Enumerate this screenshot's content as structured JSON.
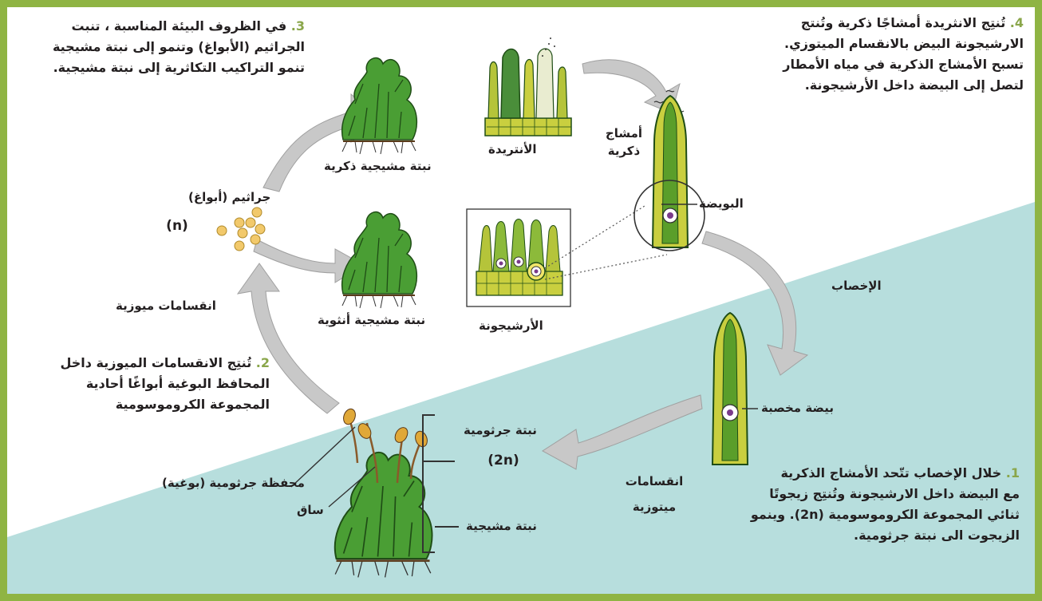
{
  "colors": {
    "border": "#8fb443",
    "teal": "#b7dedd",
    "arrow": "#c8c8c8",
    "plant": "#4a9e34",
    "cell": "#c9cf3f",
    "spore": "#f2c96b"
  },
  "steps": {
    "step3": {
      "num": "3.",
      "line1": "في الظروف البيئة المناسبة ، تنبت",
      "line2": "الجراثيم (الأبواغ) وتنمو إلى نبتة مشيجية",
      "line3": "تنمو التراكيب التكاثرية إلى نبتة مشيجية."
    },
    "step4": {
      "num": "4.",
      "line1": "تُنتِج الانثريدة أمشاجًا ذكرية وتُنتج",
      "line2": "الارشيجونة البيض بالانقسام الميتوزي.",
      "line3": "تسبح الأمشاج الذكرية في مياه الأمطار",
      "line4": "لتصل إلى البيضة داخل الأرشيجونة."
    },
    "step2": {
      "num": "2.",
      "line1": "تُنتِج الانقسامات الميوزية داخل",
      "line2": "المحافظ البوغية أبواغًا أحادية",
      "line3": "المجموعة الكروموسومية"
    },
    "step1": {
      "num": "1.",
      "line1": "خلال الإخصاب تتّحد الأمشاج الذكرية",
      "line2": "مع البيضة داخل الارشيجونة وتُنتِج زيجوتًا",
      "line3": "ثنائي المجموعة الكروموسومية (2n). وينمو",
      "line4": "الزيجوت الى نبتة جرثومية."
    }
  },
  "labels": {
    "male_gametophyte": "نبتة مشيجية ذكرية",
    "female_gametophyte": "نبتة مشيجية أنثوية",
    "spores": "جراثيم (أبواغ)",
    "spores_ploidy": "(n)",
    "meiosis": "انقسامات ميوزية",
    "antheridium": "الأنتريدة",
    "sperm_line1": "أمشاج",
    "sperm_line2": "ذكرية",
    "archegonium": "الأرشيجونة",
    "egg": "البويضة",
    "fertilization": "الإخصاب",
    "fertilized_egg": "بيضة مخصبة",
    "sporophyte": "نبتة جرثومية",
    "sporophyte_ploidy": "(2n)",
    "mitosis_line1": "انقسامات",
    "mitosis_line2": "ميتوزية",
    "gametophyte": "نبتة مشيجية",
    "capsule": "محفظة جرثومية (بوغية)",
    "stalk": "ساق"
  }
}
